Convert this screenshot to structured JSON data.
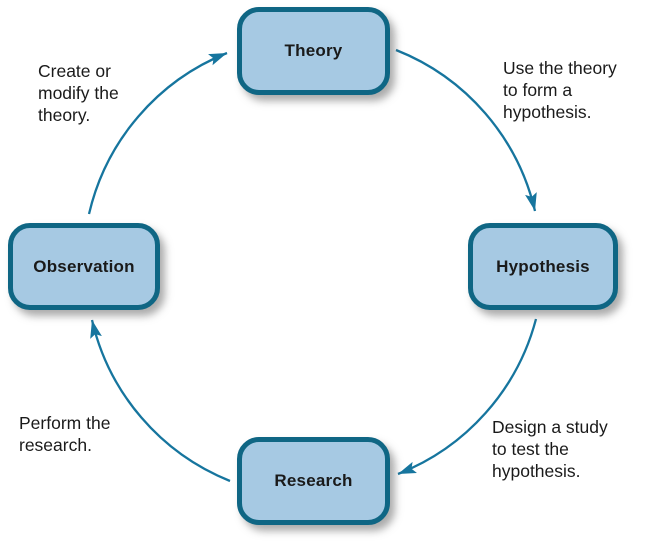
{
  "diagram": {
    "name": "scientific-method-cycle",
    "colors": {
      "node_fill": "#a6c9e3",
      "node_border": "#0f6684",
      "arrow": "#16759e",
      "text": "#1a1a1a"
    },
    "nodes": [
      {
        "id": "theory",
        "label": "Theory"
      },
      {
        "id": "hypothesis",
        "label": "Hypothesis"
      },
      {
        "id": "research",
        "label": "Research"
      },
      {
        "id": "observation",
        "label": "Observation"
      }
    ],
    "edges": [
      {
        "from": "observation",
        "to": "theory",
        "label": "Create or\nmodify the\ntheory."
      },
      {
        "from": "theory",
        "to": "hypothesis",
        "label": "Use the theory\nto form a\nhypothesis."
      },
      {
        "from": "hypothesis",
        "to": "research",
        "label": "Design a study\nto test the\nhypothesis."
      },
      {
        "from": "research",
        "to": "observation",
        "label": "Perform the\nresearch."
      }
    ]
  }
}
